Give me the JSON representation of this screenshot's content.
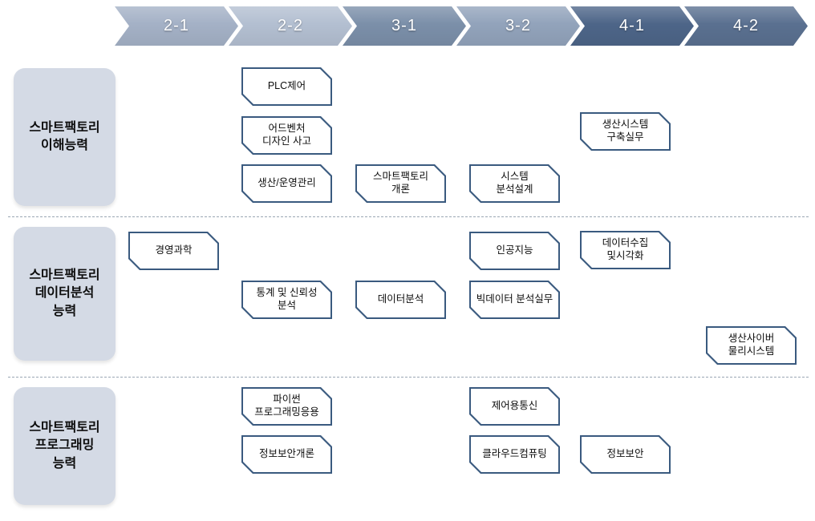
{
  "diagram": {
    "title_hint": "smart-factory-curriculum-roadmap",
    "background": "#ffffff",
    "course_border_color": "#3a5a7f",
    "row_label_bg": "#d4dae5",
    "divider_color": "#9aa6b4"
  },
  "header": {
    "text_color": "#ffffff",
    "semesters": [
      {
        "label": "2-1",
        "color": "#a4b1c6"
      },
      {
        "label": "2-2",
        "color": "#b3bfd1"
      },
      {
        "label": "3-1",
        "color": "#7b8fa9"
      },
      {
        "label": "3-2",
        "color": "#92a3bb"
      },
      {
        "label": "4-1",
        "color": "#4d6588"
      },
      {
        "label": "4-2",
        "color": "#5a7090"
      }
    ]
  },
  "competency_rows": [
    {
      "label": "스마트팩토리\n이해능력"
    },
    {
      "label": "스마트팩토리\n데이터분석\n능력"
    },
    {
      "label": "스마트팩토리\n프로그래밍\n능력"
    }
  ],
  "courses": [
    {
      "label": "PLC제어",
      "row": "스마트팩토리 이해능력",
      "semester": "2-2"
    },
    {
      "label": "어드벤처\n디자인 사고",
      "row": "스마트팩토리 이해능력",
      "semester": "2-2"
    },
    {
      "label": "생산/운영관리",
      "row": "스마트팩토리 이해능력",
      "semester": "2-2"
    },
    {
      "label": "스마트팩토리\n개론",
      "row": "스마트팩토리 이해능력",
      "semester": "3-1"
    },
    {
      "label": "시스템\n분석설계",
      "row": "스마트팩토리 이해능력",
      "semester": "3-2"
    },
    {
      "label": "생산시스템\n구축실무",
      "row": "스마트팩토리 이해능력",
      "semester": "4-1"
    },
    {
      "label": "경영과학",
      "row": "스마트팩토리 데이터분석 능력",
      "semester": "2-1"
    },
    {
      "label": "통계 및 신뢰성\n분석",
      "row": "스마트팩토리 데이터분석 능력",
      "semester": "2-2"
    },
    {
      "label": "데이터분석",
      "row": "스마트팩토리 데이터분석 능력",
      "semester": "3-1"
    },
    {
      "label": "인공지능",
      "row": "스마트팩토리 데이터분석 능력",
      "semester": "3-2"
    },
    {
      "label": "빅데이터 분석실무",
      "row": "스마트팩토리 데이터분석 능력",
      "semester": "3-2"
    },
    {
      "label": "데이터수집\n및시각화",
      "row": "스마트팩토리 데이터분석 능력",
      "semester": "4-1"
    },
    {
      "label": "생산사이버\n물리시스템",
      "row": "스마트팩토리 데이터분석 능력",
      "semester": "4-2"
    },
    {
      "label": "파이썬\n프로그래밍응용",
      "row": "스마트팩토리 프로그래밍 능력",
      "semester": "2-2"
    },
    {
      "label": "정보보안개론",
      "row": "스마트팩토리 프로그래밍 능력",
      "semester": "2-2"
    },
    {
      "label": "제어용통신",
      "row": "스마트팩토리 프로그래밍 능력",
      "semester": "3-2"
    },
    {
      "label": "클라우드컴퓨팅",
      "row": "스마트팩토리 프로그래밍 능력",
      "semester": "3-2"
    },
    {
      "label": "정보보안",
      "row": "스마트팩토리 프로그래밍 능력",
      "semester": "4-1"
    }
  ]
}
